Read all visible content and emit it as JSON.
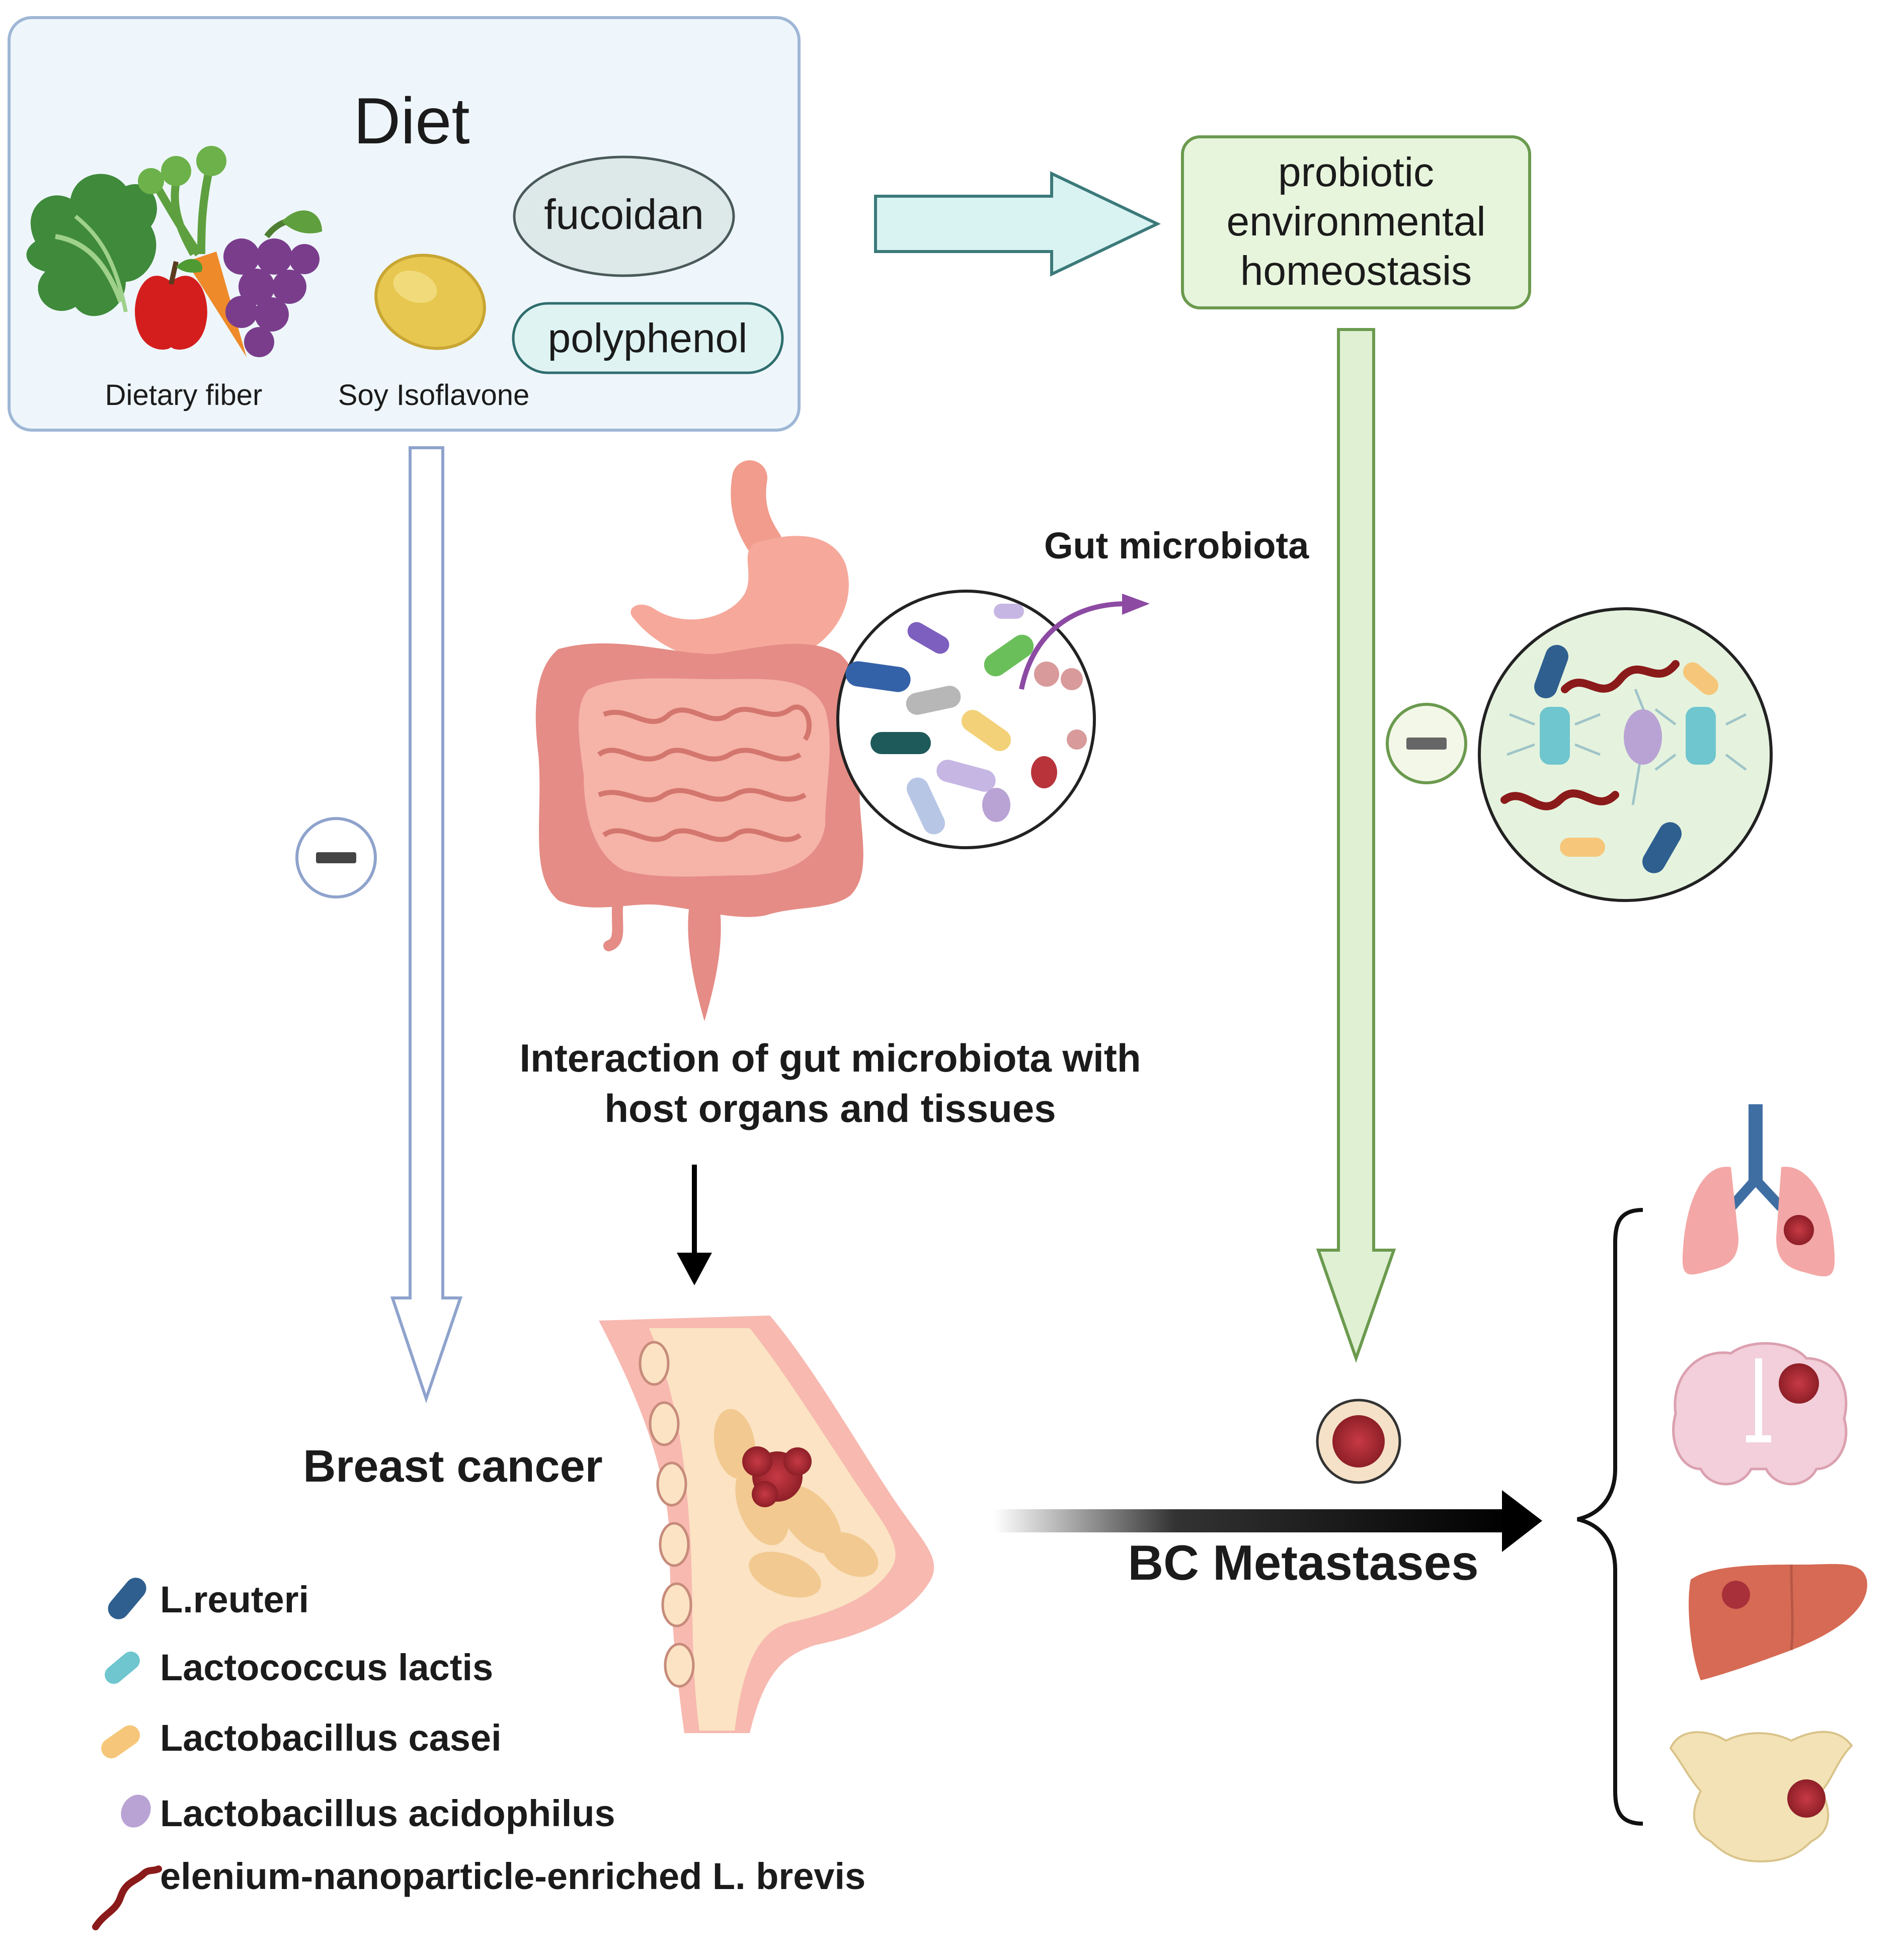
{
  "diet": {
    "title": "Diet",
    "fucoidan": "fucoidan",
    "polyphenol": "polyphenol",
    "dietary_fiber": "Dietary fiber",
    "soy_isoflavone": "Soy Isoflavone"
  },
  "homeostasis": {
    "line1": "probiotic",
    "line2": "environmental",
    "line3": "homeostasis"
  },
  "gut_microbiota_label": "Gut microbiota",
  "interaction": {
    "line1": "Interaction of gut microbiota with",
    "line2": "host organs and tissues"
  },
  "breast_cancer_label": "Breast cancer",
  "bc_metastases_label": "BC Metastases",
  "legend": [
    {
      "label": "L.reuteri",
      "icon": "blue-rod-bacterium-icon",
      "color": "#2f5f8f"
    },
    {
      "label": "Lactococcus lactis",
      "icon": "cyan-rod-bacterium-icon",
      "color": "#6fc6cf"
    },
    {
      "label": "Lactobacillus casei",
      "icon": "orange-rod-bacterium-icon",
      "color": "#f6c77a"
    },
    {
      "label": "Lactobacillus acidophilus",
      "icon": "purple-round-bacterium-icon",
      "color": "#b9a3d4"
    },
    {
      "label": "elenium-nanoparticle-enriched L. brevis",
      "icon": "red-spiral-bacterium-icon",
      "color": "#8b1a1a"
    }
  ],
  "colors": {
    "diet_box_fill": "#eef6fb",
    "diet_box_stroke": "#9fb7d6",
    "homeostasis_fill": "#e7f5dd",
    "homeostasis_stroke": "#6b9a4e",
    "cyan_arrow": "#d9f3f3",
    "green_arrow": "#dff0d3",
    "blue_arrow": "#ffffff",
    "tumor": "#b8343a"
  }
}
